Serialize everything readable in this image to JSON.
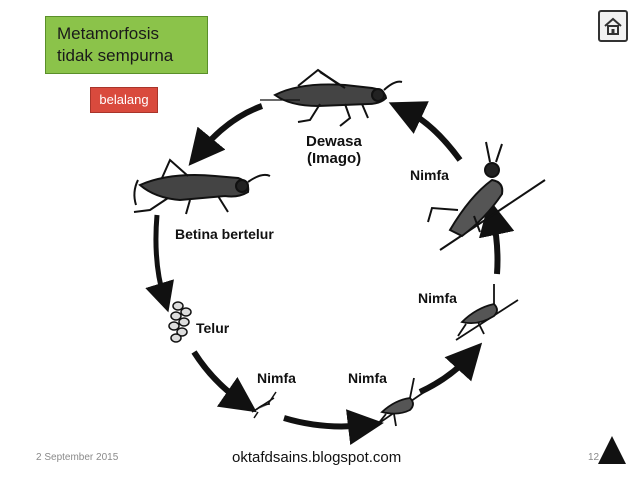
{
  "slide": {
    "title_line1": "Metamorfosis",
    "title_line2": "tidak sempurna",
    "tag": "belalang",
    "home_icon": "home-icon"
  },
  "diagram": {
    "stage_adult_line1": "Dewasa",
    "stage_adult_line2": "(Imago)",
    "stage_female": "Betina bertelur",
    "stage_egg": "Telur",
    "stage_nymph_1": "Nimfa",
    "stage_nymph_2": "Nimfa",
    "stage_nymph_3": "Nimfa",
    "stage_nymph_4": "Nimfa"
  },
  "footer": {
    "date": "2 September 2015",
    "site": "oktafdsains.blogspot.com",
    "page": "12"
  },
  "colors": {
    "title_bg": "#8bc34a",
    "tag_bg": "#d94a3d"
  }
}
